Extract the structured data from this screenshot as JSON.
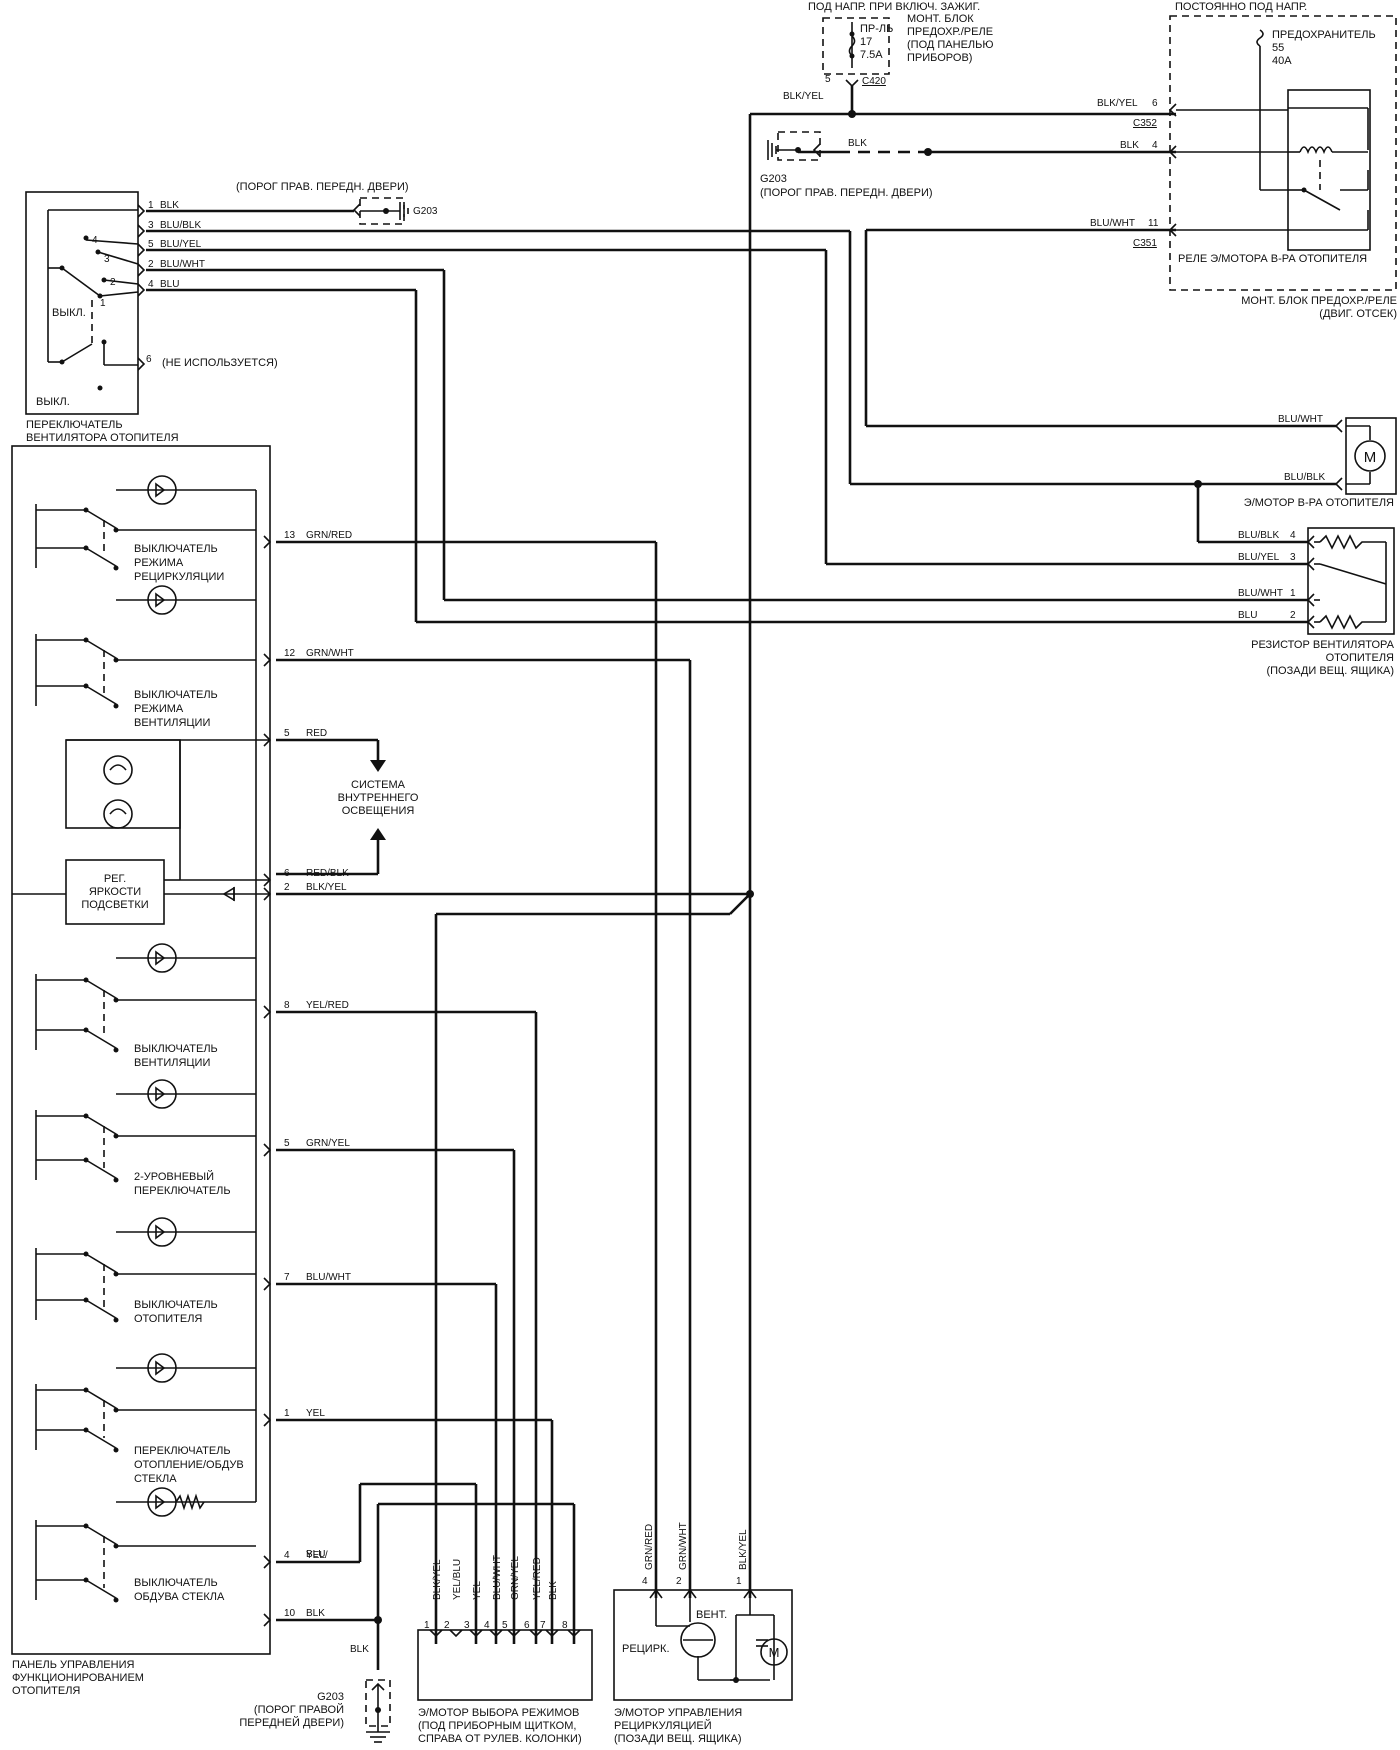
{
  "top": {
    "ign_label": "ПОД НАПР. ПРИ ВКЛЮЧ. ЗАЖИГ.",
    "const_label": "ПОСТОЯННО ПОД НАПР.",
    "fuse17": [
      "ПР-ЛЬ",
      "17",
      "7.5А"
    ],
    "fuse17_block": [
      "МОНТ. БЛОК",
      "ПРЕДОХР./РЕЛЕ",
      "(ПОД ПАНЕЛЬЮ",
      "ПРИБОРОВ)"
    ],
    "fuse55": [
      "ПРЕДОХРАНИТЕЛЬ",
      "55",
      "40А"
    ],
    "c420_pin": "5",
    "c420": "C420",
    "blk_yel_top": "BLK/YEL"
  },
  "relay": {
    "name": "РЕЛЕ Э/МОТОРА В-РА ОТОПИТЕЛЯ",
    "block": [
      "МОНТ. БЛОК ПРЕДОХР./РЕЛЕ",
      "(ДВИГ. ОТСЕК)"
    ],
    "w1": "BLK/YEL",
    "p1": "6",
    "c1": "C352",
    "w2": "BLK",
    "p2": "4",
    "w3": "BLU/WHT",
    "p3": "11",
    "c3": "C351"
  },
  "ground_top": {
    "wire": "BLK",
    "name": "G203",
    "desc": "(ПОРОГ ПРАВ. ПЕРЕДН. ДВЕРИ)"
  },
  "fan_switch": {
    "ground_desc": "(ПОРОГ ПРАВ. ПЕРЕДН. ДВЕРИ)",
    "ground_name": "G203",
    "wires": [
      {
        "pin": "1",
        "wire": "BLK"
      },
      {
        "pin": "3",
        "wire": "BLU/BLK"
      },
      {
        "pin": "5",
        "wire": "BLU/YEL"
      },
      {
        "pin": "2",
        "wire": "BLU/WHT"
      },
      {
        "pin": "4",
        "wire": "BLU"
      }
    ],
    "inner_nums": [
      "4",
      "3",
      "2",
      "1"
    ],
    "off1": "ВЫКЛ.",
    "off2": "ВЫКЛ.",
    "pin6": "6",
    "pin6_note": "(НЕ ИСПОЛЬЗУЕТСЯ)",
    "name": [
      "ПЕРЕКЛЮЧАТЕЛЬ",
      "ВЕНТИЛЯТОРА ОТОПИТЕЛЯ"
    ]
  },
  "blower_motor": {
    "w1": "BLU/WHT",
    "w2": "BLU/BLK",
    "m": "M",
    "name": "Э/МОТОР В-РА ОТОПИТЕЛЯ"
  },
  "resistor": {
    "rows": [
      {
        "wire": "BLU/BLK",
        "pin": "4"
      },
      {
        "wire": "BLU/YEL",
        "pin": "3"
      },
      {
        "wire": "BLU/WHT",
        "pin": "1"
      },
      {
        "wire": "BLU",
        "pin": "2"
      }
    ],
    "name": [
      "РЕЗИСТОР ВЕНТИЛЯТОРА",
      "ОТОПИТЕЛЯ",
      "(ПОЗАДИ ВЕЩ. ЯЩИКА)"
    ]
  },
  "panel": {
    "name": [
      "ПАНЕЛЬ   УПРАВЛЕНИЯ",
      "ФУНКЦИОНИРОВАНИЕМ",
      "ОТОПИТЕЛЯ"
    ],
    "switches": [
      [
        "ВЫКЛЮЧАТЕЛЬ",
        "РЕЖИМА",
        "РЕЦИРКУЛЯЦИИ"
      ],
      [
        "ВЫКЛЮЧАТЕЛЬ",
        "РЕЖИМА",
        "ВЕНТИЛЯЦИИ"
      ],
      [
        "ВЫКЛЮЧАТЕЛЬ",
        "ВЕНТИЛЯЦИИ"
      ],
      [
        "2-УРОВНЕВЫЙ",
        "ПЕРЕКЛЮЧАТЕЛЬ"
      ],
      [
        "ВЫКЛЮЧАТЕЛЬ",
        "ОТОПИТЕЛЯ"
      ],
      [
        "ПЕРЕКЛЮЧАТЕЛЬ",
        "ОТОПЛЕНИЕ/ОБДУВ",
        "СТЕКЛА"
      ],
      [
        "ВЫКЛЮЧАТЕЛЬ",
        "ОБДУВА СТЕКЛА"
      ]
    ],
    "dimmer": [
      "РЕГ.",
      "ЯРКОСТИ",
      "ПОДСВЕТКИ"
    ],
    "wires": [
      {
        "pin": "13",
        "wire": "GRN/RED"
      },
      {
        "pin": "12",
        "wire": "GRN/WHT"
      },
      {
        "pin": "5",
        "wire": "RED"
      },
      {
        "pin": "6",
        "wire": "RED/BLK"
      },
      {
        "pin": "2",
        "wire": "BLK/YEL"
      },
      {
        "pin": "8",
        "wire": "YEL/RED"
      },
      {
        "pin": "5",
        "wire": "GRN/YEL"
      },
      {
        "pin": "7",
        "wire": "BLU/WHT"
      },
      {
        "pin": "1",
        "wire": "YEL"
      },
      {
        "pin": "4",
        "wire": "YEL/"
      },
      {
        "pin": "10",
        "wire": "BLK"
      }
    ],
    "yelblu_2": "BLU",
    "lighting": [
      "СИСТЕМА",
      "ВНУТРЕННЕГО",
      "ОСВЕЩЕНИЯ"
    ]
  },
  "ground_bottom": {
    "wire": "BLK",
    "name": "G203",
    "desc": [
      "(ПОРОГ ПРАВОЙ",
      "ПЕРЕДНЕЙ ДВЕРИ)"
    ]
  },
  "mode_motor": {
    "wires": [
      "BLK/YEL",
      "YEL/BLU",
      "YEL",
      "BLU/WHT",
      "GRN/YEL",
      "YEL/RED",
      "BLK"
    ],
    "pins": [
      "1",
      "2",
      "3",
      "4",
      "5",
      "6",
      "7",
      "8"
    ],
    "name": [
      "Э/МОТОР ВЫБОРА РЕЖИМОВ",
      "(ПОД ПРИБОРНЫМ ЩИТКОМ,",
      "СПРАВА ОТ РУЛЕВ. КОЛОНКИ)"
    ]
  },
  "recirc_motor": {
    "wires": [
      "GRN/RED",
      "GRN/WHT",
      "BLK/YEL"
    ],
    "pins": [
      "4",
      "2",
      "1"
    ],
    "vent": "ВЕНТ.",
    "recirc": "РЕЦИРК.",
    "m": "M",
    "name": [
      "Э/МОТОР УПРАВЛЕНИЯ",
      "РЕЦИРКУЛЯЦИЕЙ",
      "(ПОЗАДИ ВЕЩ. ЯЩИКА)"
    ]
  }
}
